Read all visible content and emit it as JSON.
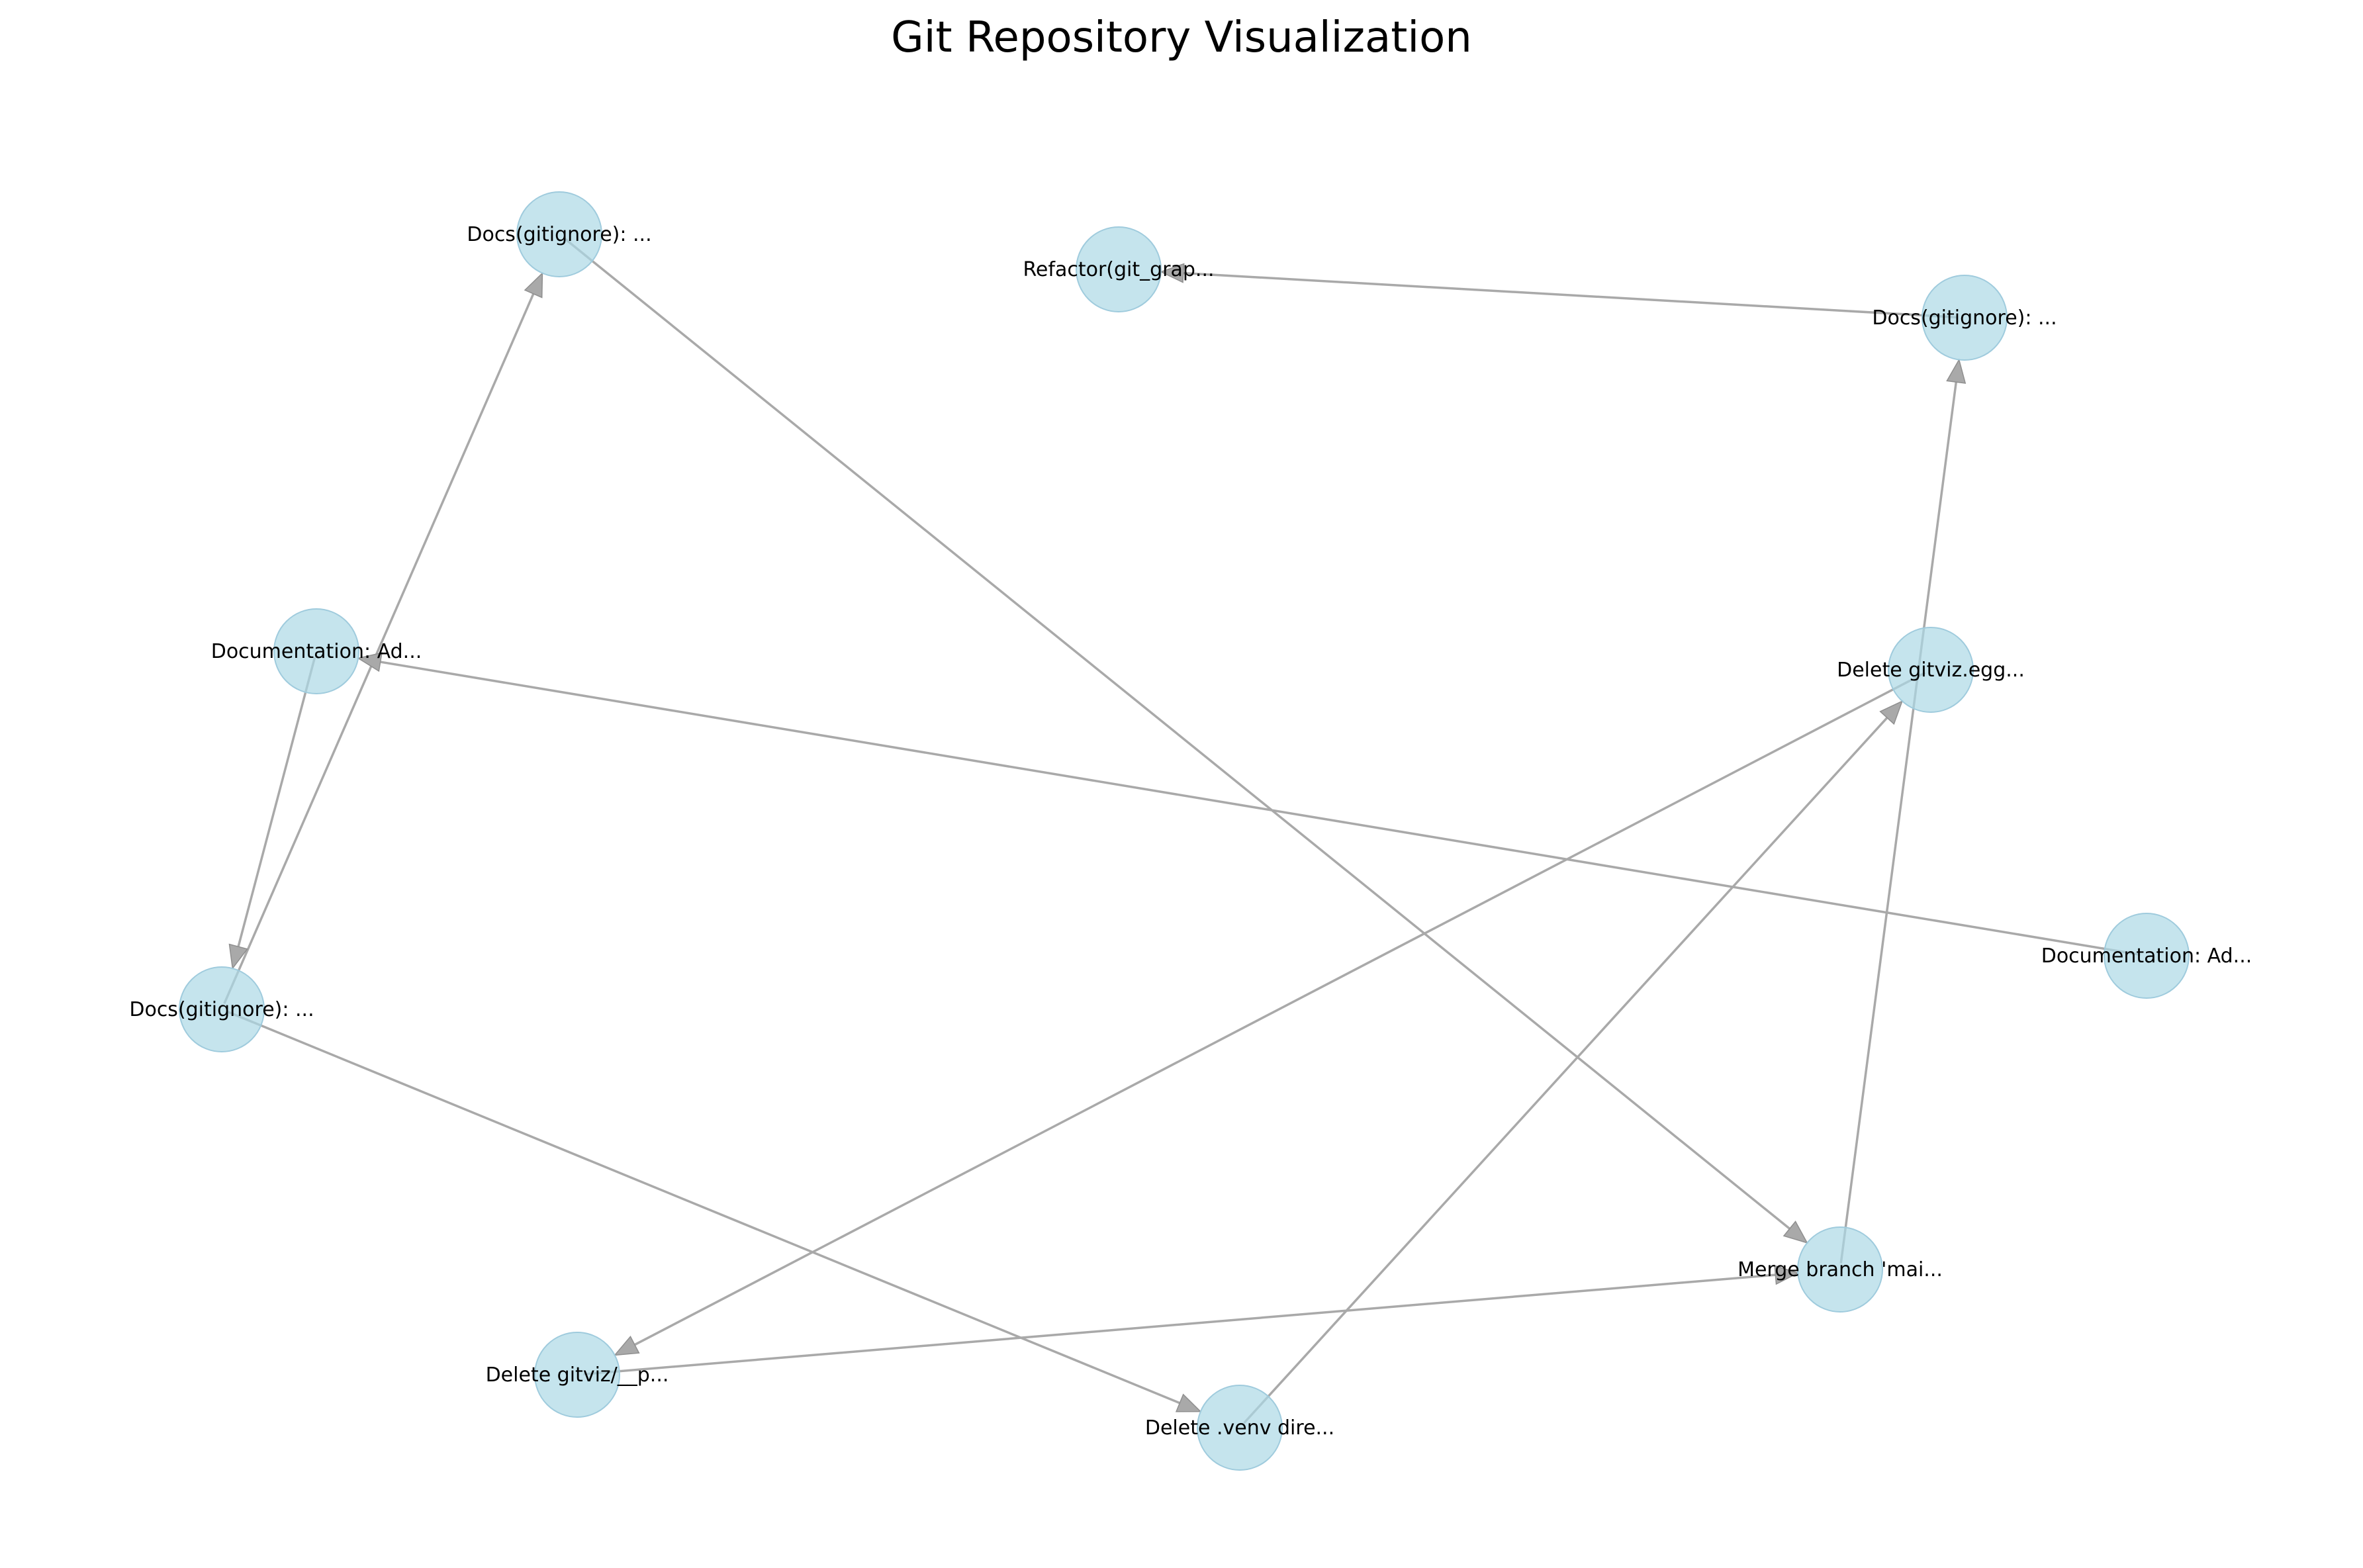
{
  "title": "Git Repository Visualization",
  "colors": {
    "node_fill": "#add8e6",
    "edge": "#a9a9a9"
  },
  "nodes": [
    {
      "id": "n1",
      "label": "Docs(gitignore): ..."
    },
    {
      "id": "n2",
      "label": "Refactor(git_grap..."
    },
    {
      "id": "n3",
      "label": "Docs(gitignore): ..."
    },
    {
      "id": "n4",
      "label": "Documentation: Ad..."
    },
    {
      "id": "n5",
      "label": "Delete gitviz.egg..."
    },
    {
      "id": "n6",
      "label": "Documentation: Ad..."
    },
    {
      "id": "n7",
      "label": "Docs(gitignore): ..."
    },
    {
      "id": "n8",
      "label": "Merge branch 'mai..."
    },
    {
      "id": "n9",
      "label": "Delete gitviz/__p..."
    },
    {
      "id": "n10",
      "label": "Delete .venv dire..."
    }
  ],
  "edges": [
    {
      "from": "n3",
      "to": "n2"
    },
    {
      "from": "n1",
      "to": "n8"
    },
    {
      "from": "n7",
      "to": "n1"
    },
    {
      "from": "n4",
      "to": "n7"
    },
    {
      "from": "n6",
      "to": "n4"
    },
    {
      "from": "n7",
      "to": "n10"
    },
    {
      "from": "n8",
      "to": "n3"
    },
    {
      "from": "n5",
      "to": "n9"
    },
    {
      "from": "n10",
      "to": "n5"
    },
    {
      "from": "n9",
      "to": "n8"
    }
  ]
}
